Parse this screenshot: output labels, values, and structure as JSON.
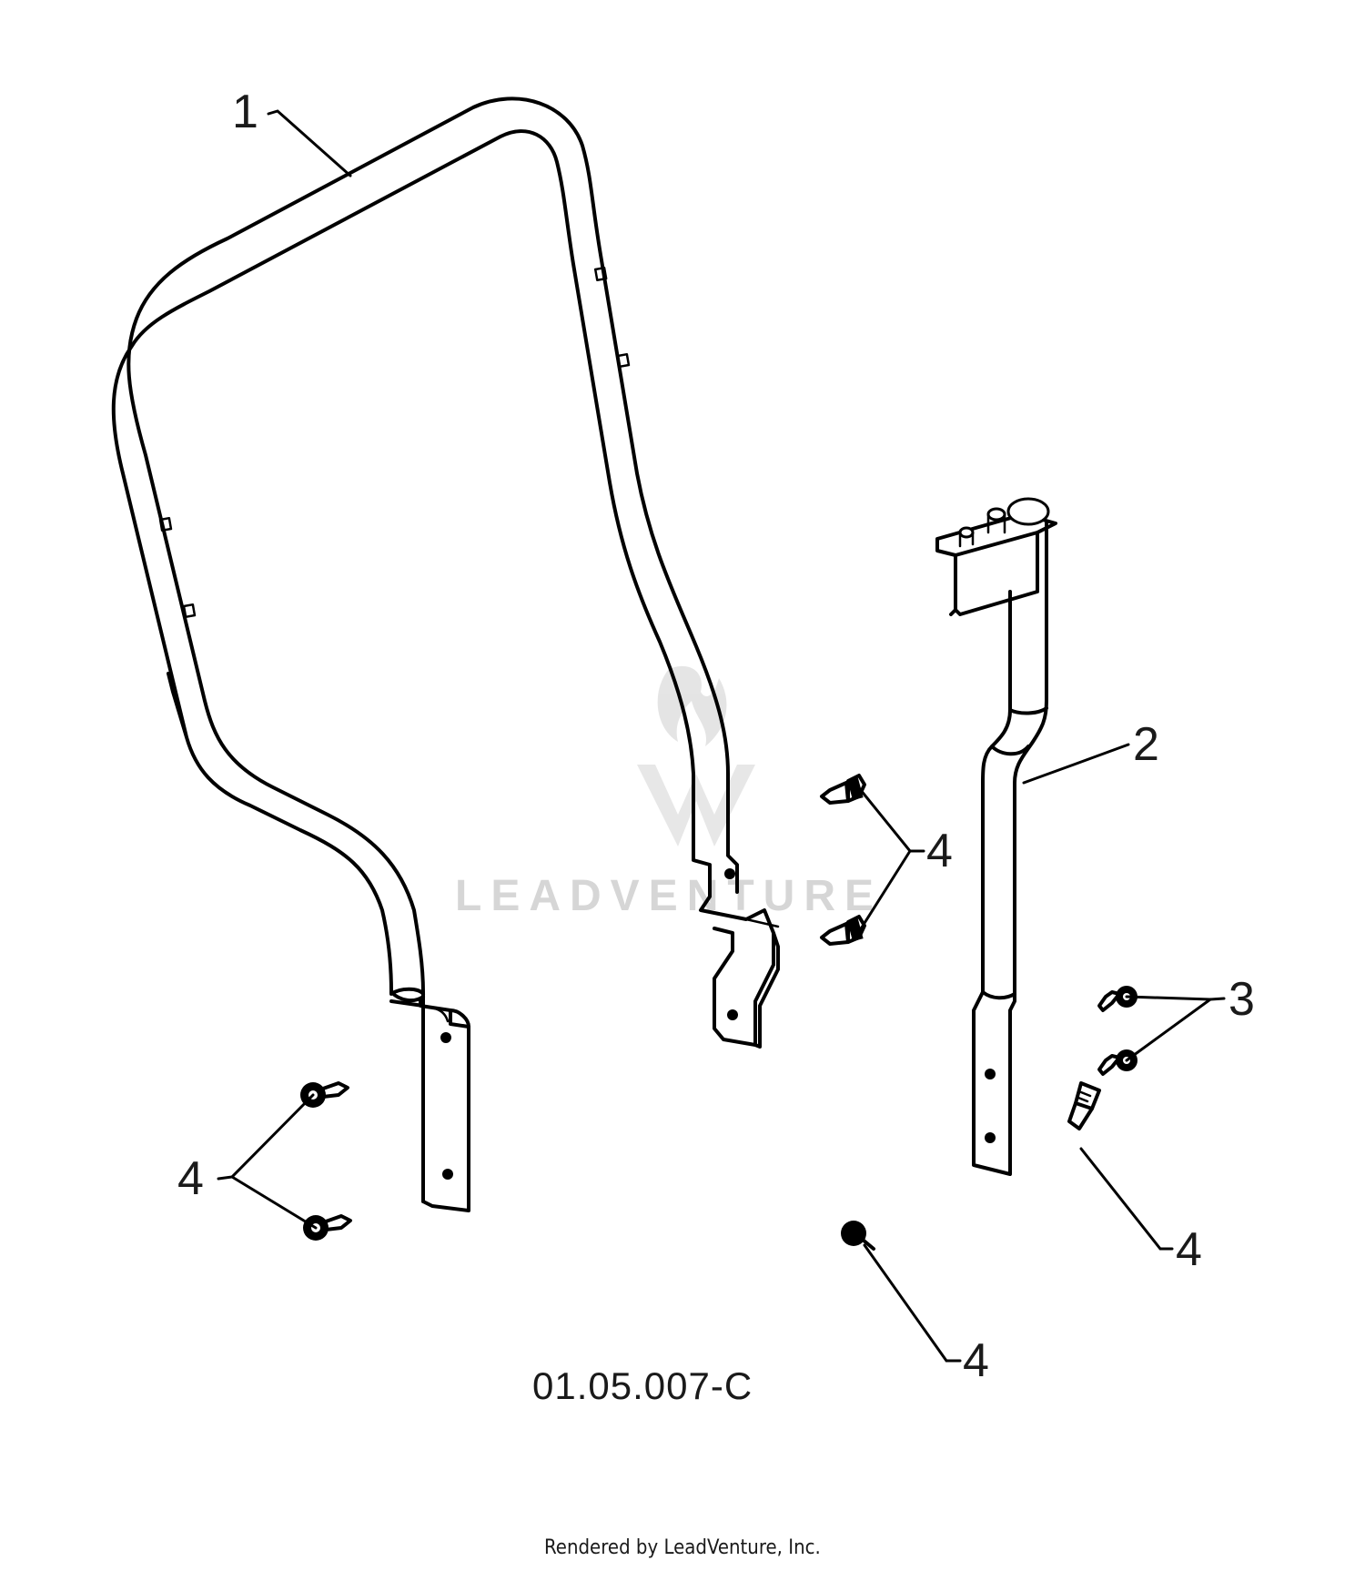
{
  "diagram": {
    "callouts": {
      "label_1": "1",
      "label_2": "2",
      "label_3": "3",
      "label_4a": "4",
      "label_4b": "4",
      "label_4c": "4",
      "label_4d": "4"
    },
    "drawing_code": "01.05.007-C",
    "watermark_text": "LEADVENTURE",
    "credit": "Rendered by LeadVenture, Inc."
  }
}
